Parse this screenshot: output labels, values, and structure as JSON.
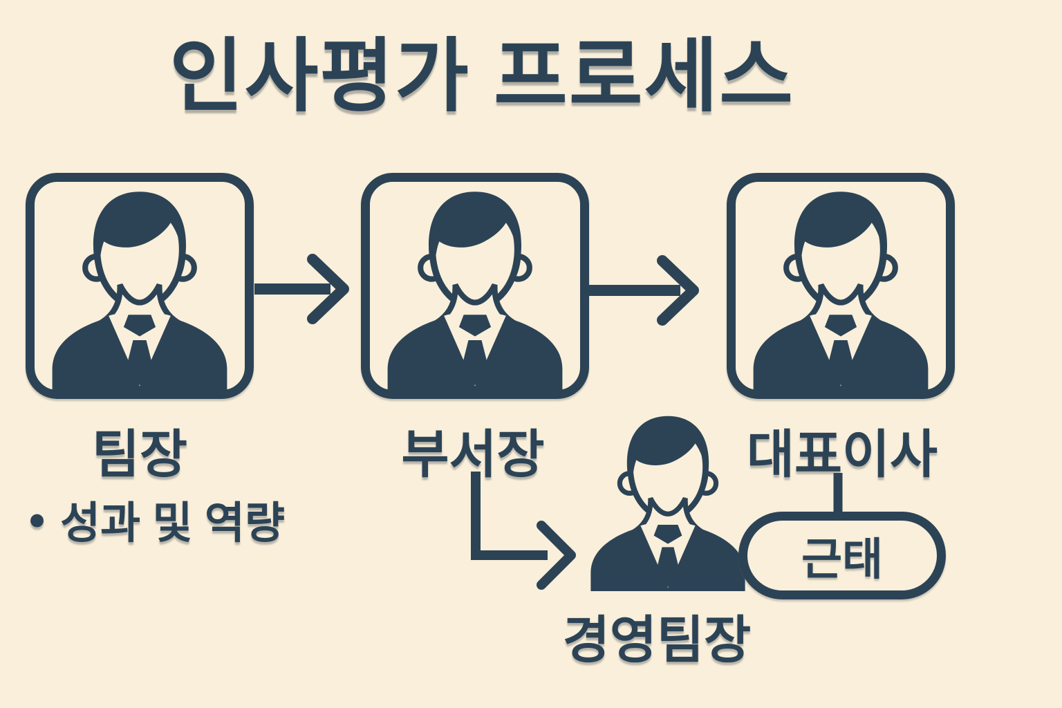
{
  "title": "인사평가 프로세스",
  "colors": {
    "background": "#f9efda",
    "ink": "#2c4356"
  },
  "steps": [
    {
      "label": "팀장"
    },
    {
      "label": "부서장"
    },
    {
      "label": "대표이사"
    }
  ],
  "notes": {
    "bullet_marker": "•",
    "bullet_text": "성과 및 역량"
  },
  "branch": {
    "label": "경영팀장"
  },
  "badge": {
    "label": "근태"
  },
  "icons": {
    "person": "person-bust-icon",
    "arrow": "arrow-right-icon",
    "elbow_arrow": "elbow-down-right-arrow-icon",
    "connector": "vertical-connector-line"
  }
}
